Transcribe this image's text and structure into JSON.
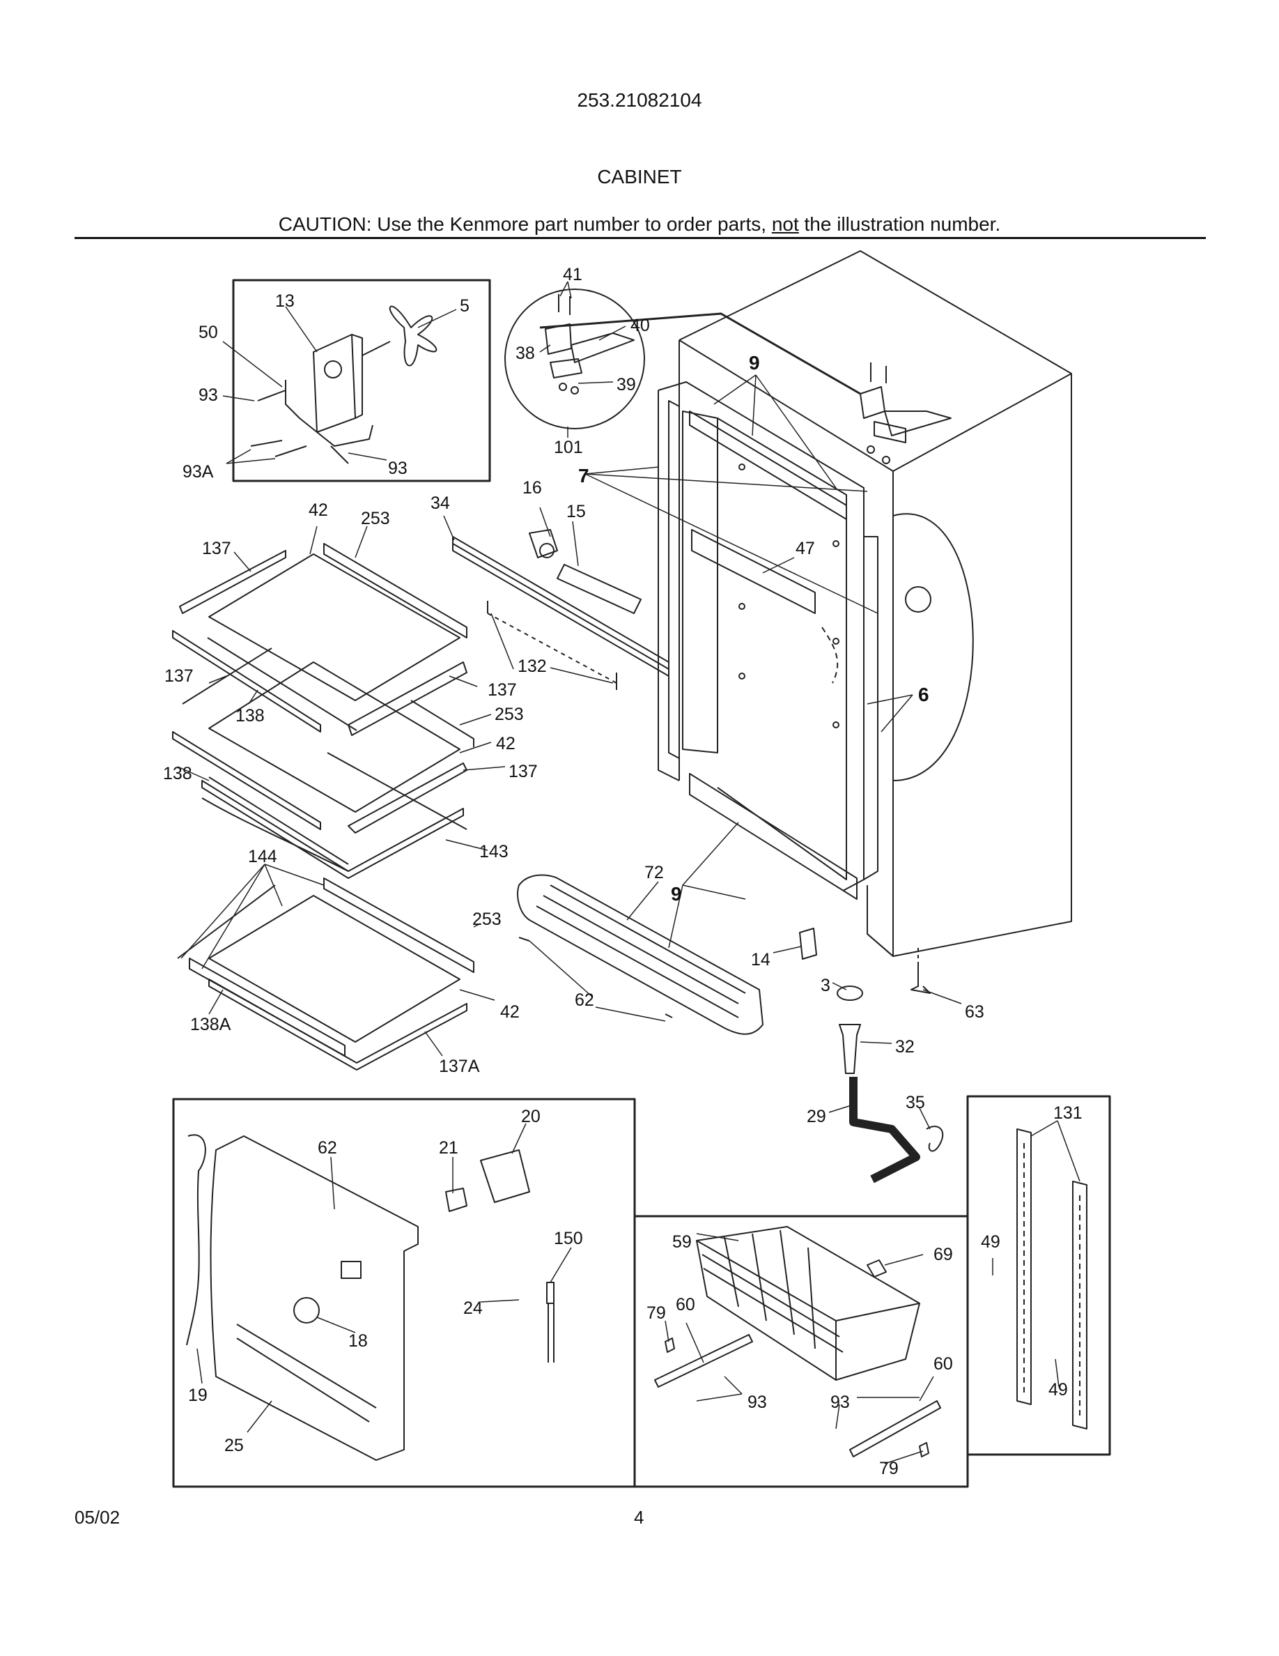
{
  "header": {
    "model": "253.21082104",
    "section_title": "CABINET",
    "caution_prefix": "CAUTION: Use the Kenmore part number to order parts, ",
    "caution_underlined": "not",
    "caution_suffix": " the illustration number."
  },
  "footer": {
    "date": "05/02",
    "page": "4"
  },
  "labels": {
    "l41": "41",
    "l40": "40",
    "l38": "38",
    "l39": "39",
    "l101": "101",
    "l13": "13",
    "l5": "5",
    "l50": "50",
    "l93a": "93",
    "l93A": "93A",
    "l93b": "93",
    "l9a": "9",
    "l7": "7",
    "l16": "16",
    "l15": "15",
    "l34": "34",
    "l42a": "42",
    "l253a": "253",
    "l137a": "137",
    "l137b": "137",
    "l137c": "137",
    "l138a": "138",
    "l253b": "253",
    "l42b": "42",
    "l138b": "138",
    "l137d": "137",
    "l143": "143",
    "l47": "47",
    "l6": "6",
    "l132": "132",
    "l144": "144",
    "l72": "72",
    "l9b": "9",
    "l253c": "253",
    "l42c": "42",
    "l138A": "138A",
    "l137A": "137A",
    "l62a": "62",
    "l14": "14",
    "l3": "3",
    "l63": "63",
    "l32": "32",
    "l35": "35",
    "l29": "29",
    "l20": "20",
    "l62b": "62",
    "l21": "21",
    "l150": "150",
    "l24": "24",
    "l18": "18",
    "l19": "19",
    "l25": "25",
    "l59": "59",
    "l69": "69",
    "l79a": "79",
    "l60a": "60",
    "l93c": "93",
    "l93d": "93",
    "l60b": "60",
    "l79b": "79",
    "l131": "131",
    "l49a": "49",
    "l49b": "49"
  }
}
